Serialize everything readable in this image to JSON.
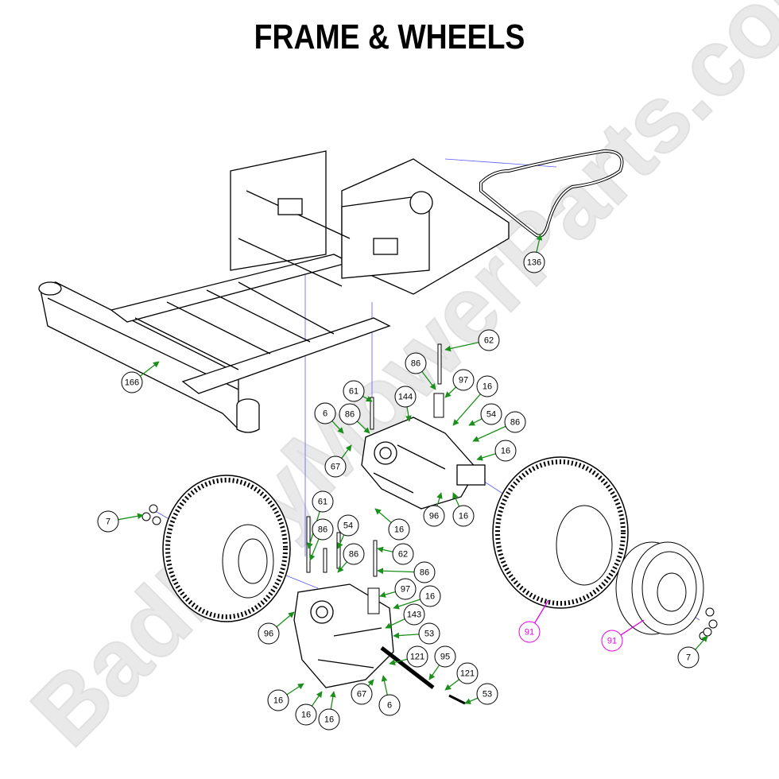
{
  "title": "FRAME & WHEELS",
  "watermark": "BadBoyMowerParts.com",
  "colors": {
    "leader": "#1a8f1a",
    "callout_border": "#000000",
    "highlight_callout": "#e600e6",
    "construction_line": "#5a5aff",
    "watermark": "#e9e9e9"
  },
  "callouts": [
    {
      "label": "136",
      "part": "drive-belt",
      "highlight": false
    },
    {
      "label": "166",
      "part": "main-frame",
      "highlight": false
    },
    {
      "label": "62",
      "part": "bolt",
      "highlight": false
    },
    {
      "label": "86",
      "part": "washer",
      "highlight": false
    },
    {
      "label": "97",
      "part": "spacer",
      "highlight": false
    },
    {
      "label": "16",
      "part": "nut",
      "highlight": false
    },
    {
      "label": "61",
      "part": "bolt",
      "highlight": false
    },
    {
      "label": "144",
      "part": "transmission-right",
      "highlight": false
    },
    {
      "label": "54",
      "part": "bolt",
      "highlight": false
    },
    {
      "label": "86",
      "part": "washer",
      "highlight": false
    },
    {
      "label": "6",
      "part": "nut",
      "highlight": false
    },
    {
      "label": "86",
      "part": "washer",
      "highlight": false
    },
    {
      "label": "16",
      "part": "nut",
      "highlight": false
    },
    {
      "label": "67",
      "part": "bolt",
      "highlight": false
    },
    {
      "label": "7",
      "part": "lug-nut",
      "highlight": false
    },
    {
      "label": "96",
      "part": "key",
      "highlight": false
    },
    {
      "label": "16",
      "part": "nut",
      "highlight": false
    },
    {
      "label": "16",
      "part": "nut",
      "highlight": false
    },
    {
      "label": "61",
      "part": "bolt",
      "highlight": false
    },
    {
      "label": "54",
      "part": "bolt",
      "highlight": false
    },
    {
      "label": "86",
      "part": "washer",
      "highlight": false
    },
    {
      "label": "62",
      "part": "bolt",
      "highlight": false
    },
    {
      "label": "86",
      "part": "washer",
      "highlight": false
    },
    {
      "label": "86",
      "part": "washer",
      "highlight": false
    },
    {
      "label": "97",
      "part": "spacer",
      "highlight": false
    },
    {
      "label": "16",
      "part": "nut",
      "highlight": false
    },
    {
      "label": "96",
      "part": "key",
      "highlight": false
    },
    {
      "label": "143",
      "part": "transmission-left",
      "highlight": false
    },
    {
      "label": "53",
      "part": "bolt",
      "highlight": false
    },
    {
      "label": "91",
      "part": "tire",
      "highlight": true
    },
    {
      "label": "91",
      "part": "rim",
      "highlight": true
    },
    {
      "label": "121",
      "part": "spring",
      "highlight": false
    },
    {
      "label": "95",
      "part": "rod",
      "highlight": false
    },
    {
      "label": "7",
      "part": "lug-nut",
      "highlight": false
    },
    {
      "label": "121",
      "part": "spring",
      "highlight": false
    },
    {
      "label": "53",
      "part": "bolt",
      "highlight": false
    },
    {
      "label": "16",
      "part": "nut",
      "highlight": false
    },
    {
      "label": "67",
      "part": "bolt",
      "highlight": false
    },
    {
      "label": "6",
      "part": "nut",
      "highlight": false
    },
    {
      "label": "16",
      "part": "nut",
      "highlight": false
    },
    {
      "label": "16",
      "part": "nut",
      "highlight": false
    }
  ]
}
